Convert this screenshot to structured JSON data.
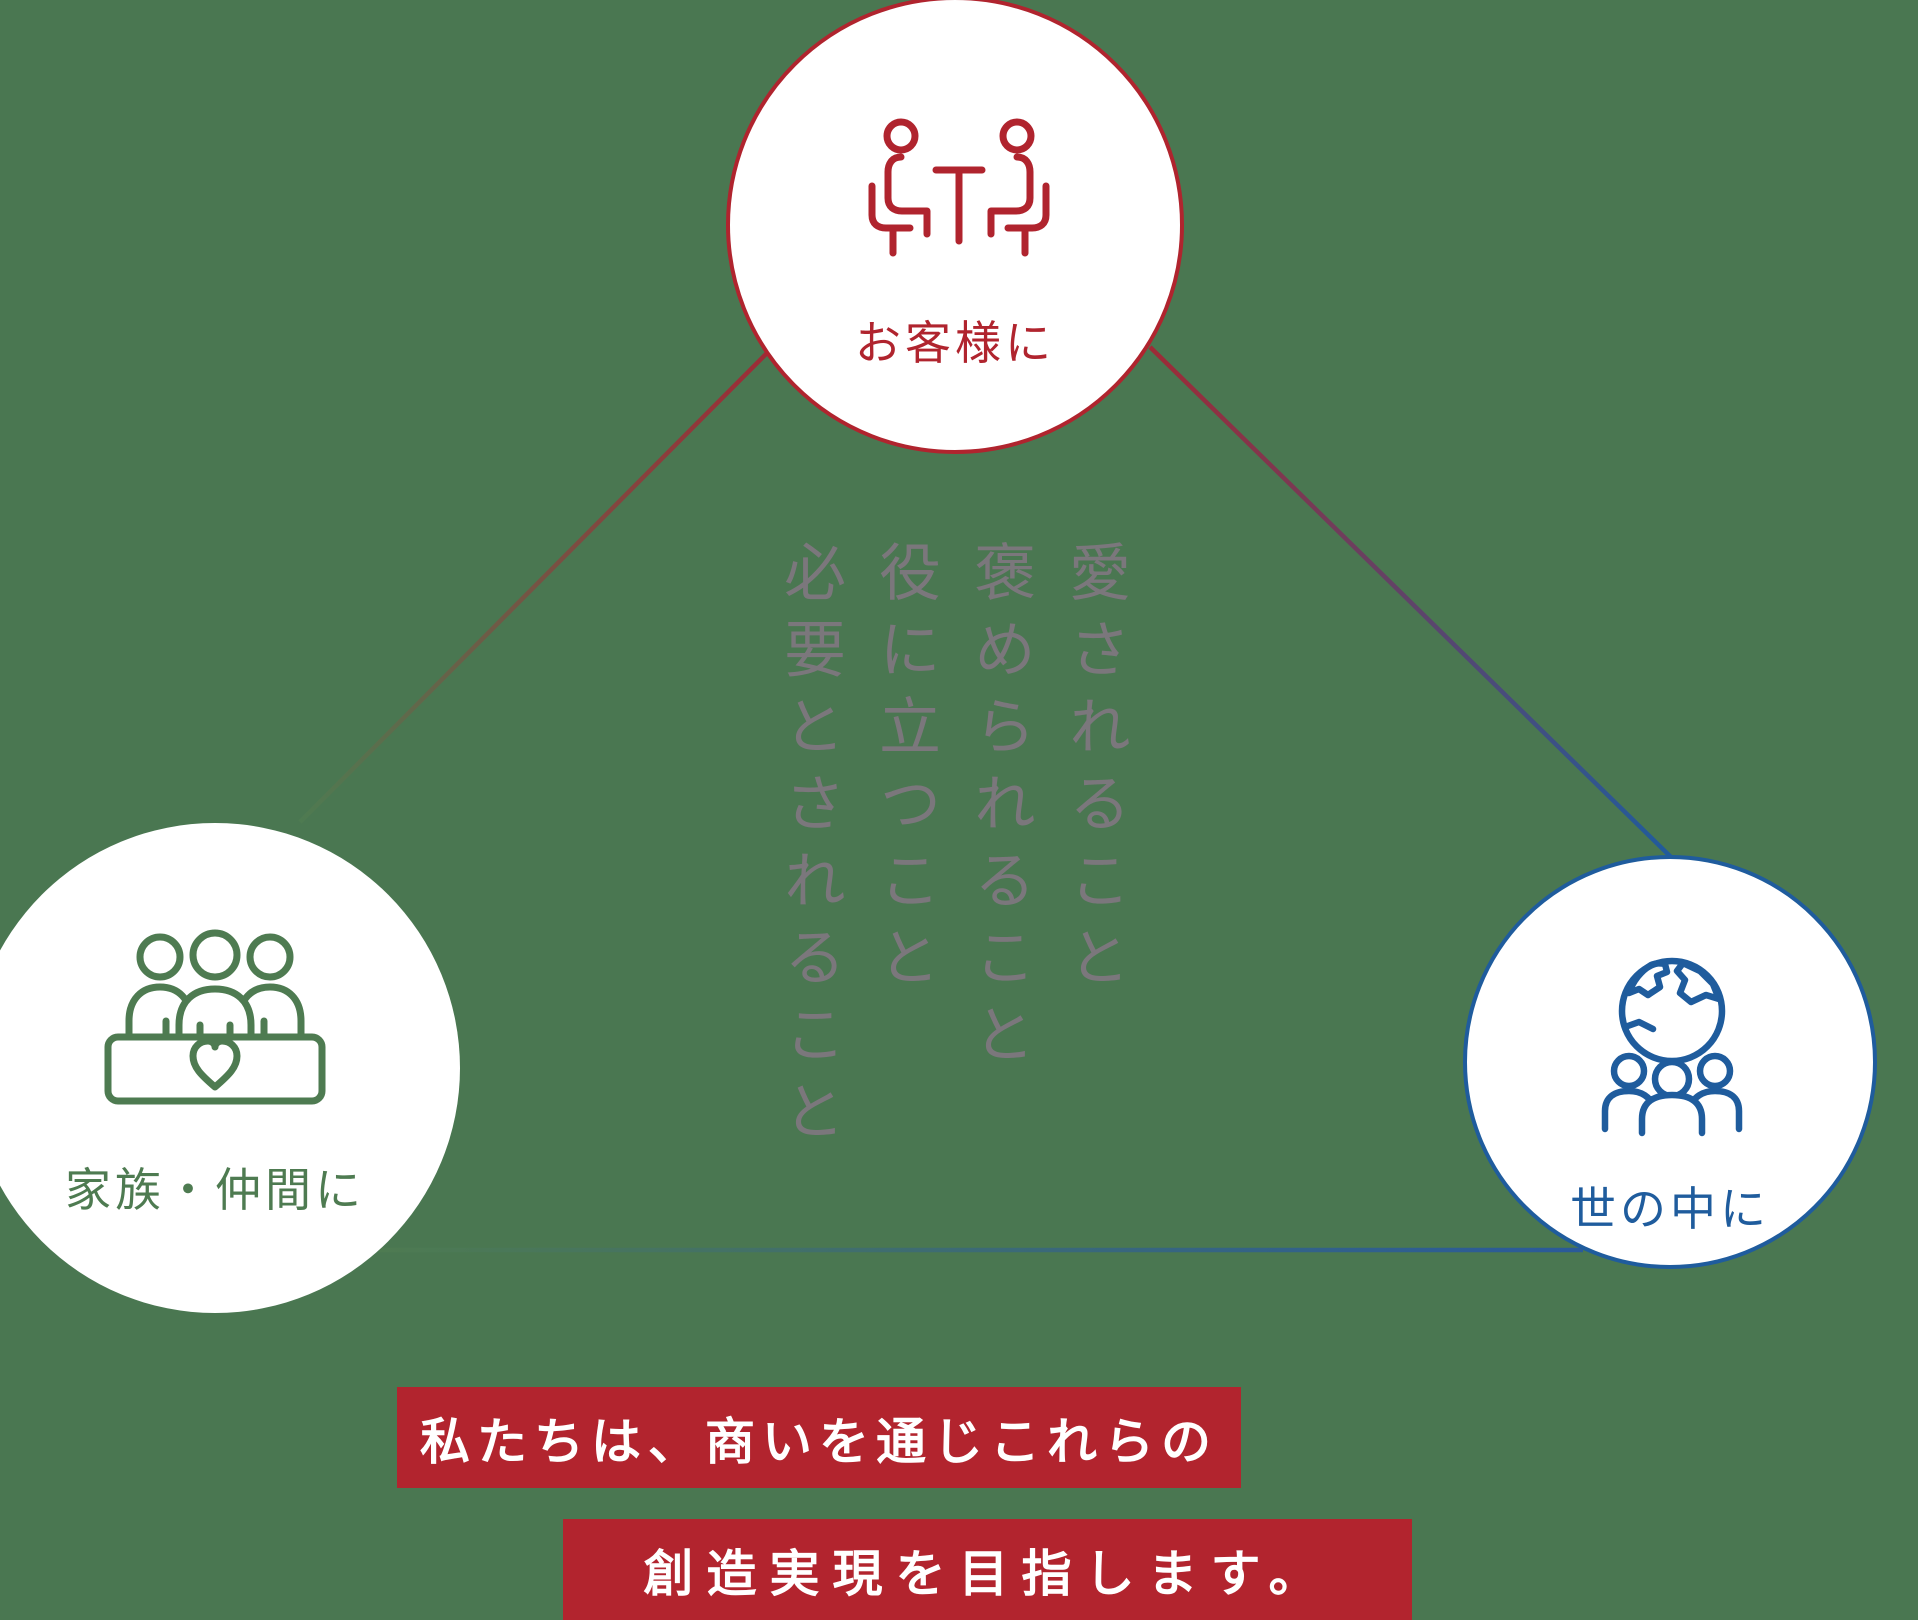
{
  "page": {
    "background_color": "#4a7751",
    "accent_red": "#b0242e",
    "accent_green": "#4e7b51",
    "accent_blue": "#1f5c9d"
  },
  "nodes": {
    "customers": {
      "label": "お客様に",
      "color": "#b0242e",
      "icon": "customers-meeting-icon"
    },
    "family": {
      "label": "家族・仲間に",
      "color": "#4e7b51",
      "icon": "family-table-heart-icon"
    },
    "society": {
      "label": "世の中に",
      "color": "#1f5c9d",
      "icon": "globe-people-icon"
    }
  },
  "center_text": {
    "color": "#7b777c",
    "lines": [
      "愛されること",
      "褒められること",
      "役に立つこと",
      "必要とされること"
    ]
  },
  "banners": {
    "color": "#b2242e",
    "line1": "私たちは、商いを通じこれらの",
    "line2": "創造実現を目指します。"
  }
}
